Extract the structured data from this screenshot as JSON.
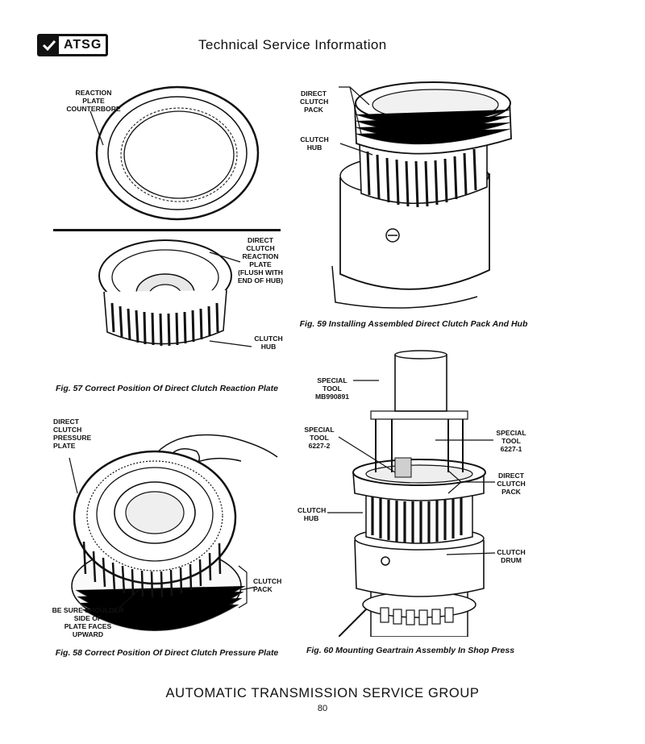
{
  "header": {
    "logo_text": "ATSG",
    "logo_icon": "checkmark-icon",
    "title": "Technical Service Information"
  },
  "fig57": {
    "labels": {
      "reaction_counterbore": "REACTION\nPLATE\nCOUNTERBORE",
      "direct_reaction_plate": "DIRECT\nCLUTCH\nREACTION\nPLATE\n(FLUSH WITH\nEND OF HUB)",
      "clutch_hub": "CLUTCH\nHUB"
    },
    "caption": "Fig. 57 Correct Position Of Direct Clutch Reaction Plate"
  },
  "fig58": {
    "labels": {
      "pressure_plate": "DIRECT\nCLUTCH\nPRESSURE\nPLATE",
      "clutch_pack": "CLUTCH\nPACK",
      "shoulder_note": "BE SURE SHOULDER\nSIDE OF\nPLATE FACES\nUPWARD"
    },
    "caption": "Fig. 58 Correct Position Of Direct Clutch Pressure Plate"
  },
  "fig59": {
    "labels": {
      "direct_clutch_pack": "DIRECT\nCLUTCH\nPACK",
      "clutch_hub": "CLUTCH\nHUB"
    },
    "caption": "Fig. 59 Installing Assembled Direct Clutch Pack And Hub"
  },
  "fig60": {
    "labels": {
      "special_tool_mb": "SPECIAL TOOL\nMB990891",
      "special_tool_2": "SPECIAL\nTOOL\n6227-2",
      "special_tool_1": "SPECIAL\nTOOL\n6227-1",
      "direct_clutch_pack": "DIRECT\nCLUTCH\nPACK",
      "clutch_hub": "CLUTCH\nHUB",
      "clutch_drum": "CLUTCH\nDRUM"
    },
    "caption": "Fig. 60 Mounting Geartrain Assembly In Shop Press"
  },
  "footer": {
    "title": "AUTOMATIC TRANSMISSION SERVICE GROUP",
    "page_number": "80"
  }
}
